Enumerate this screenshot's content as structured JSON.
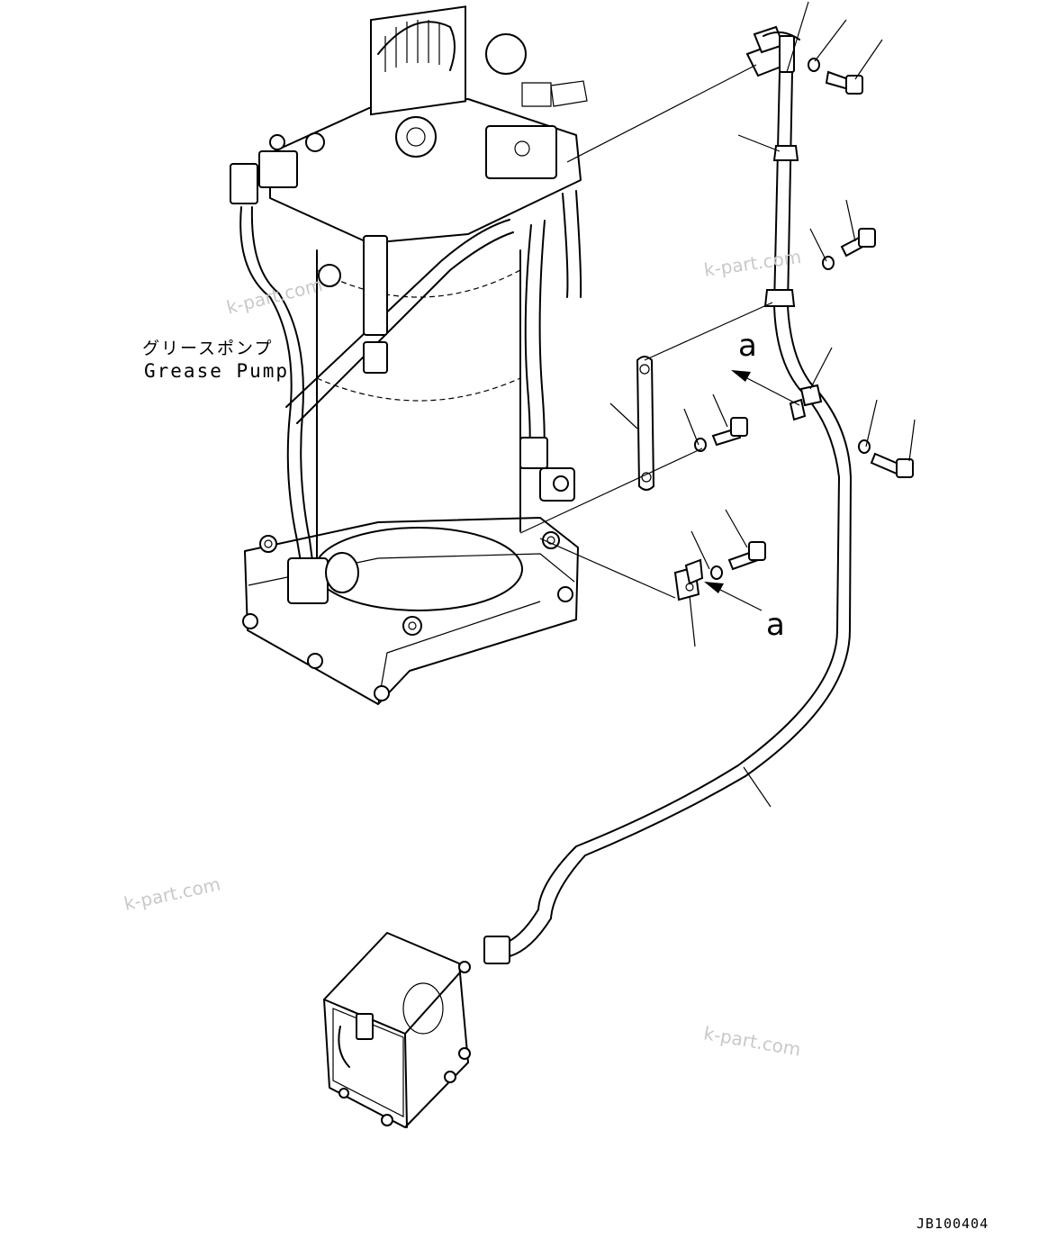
{
  "labels": {
    "japanese": "グリースポンプ",
    "english": "Grease Pump",
    "view_marker_1": "a",
    "view_marker_2": "a",
    "drawing_code": "JB100404"
  },
  "watermarks": [
    "k-part.com",
    "k-part.com",
    "k-part.com",
    "k-part.com"
  ]
}
